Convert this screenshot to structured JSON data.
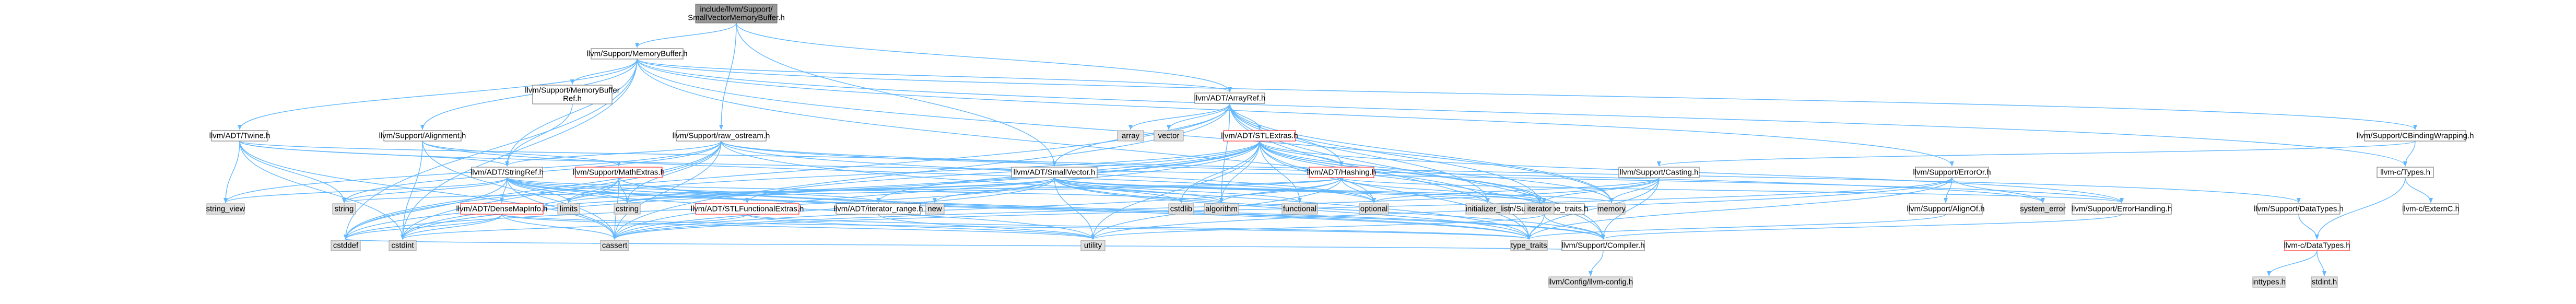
{
  "colors": {
    "edge": "#63b8ff",
    "root_fill": "#999999",
    "node_border": "#666666",
    "linked_border": "#ff0000",
    "system_fill": "#e0e0e0",
    "system_border": "#999999",
    "background": "#ffffff"
  },
  "nodes": [
    {
      "id": "root",
      "lines": [
        "include/llvm/Support/",
        "SmallVectorMemoryBuffer.h"
      ],
      "kind": "root"
    },
    {
      "id": "membuf",
      "lines": [
        "llvm/Support/MemoryBuffer.h"
      ],
      "kind": "normal"
    },
    {
      "id": "mbref",
      "lines": [
        "llvm/Support/MemoryBuffer",
        "Ref.h"
      ],
      "kind": "normal"
    },
    {
      "id": "arrayref",
      "lines": [
        "llvm/ADT/ArrayRef.h"
      ],
      "kind": "normal"
    },
    {
      "id": "twine",
      "lines": [
        "llvm/ADT/Twine.h"
      ],
      "kind": "normal"
    },
    {
      "id": "alignment",
      "lines": [
        "llvm/Support/Alignment.h"
      ],
      "kind": "normal"
    },
    {
      "id": "rawostream",
      "lines": [
        "llvm/Support/raw_ostream.h"
      ],
      "kind": "normal"
    },
    {
      "id": "array",
      "lines": [
        "array"
      ],
      "kind": "system"
    },
    {
      "id": "vector",
      "lines": [
        "vector"
      ],
      "kind": "system"
    },
    {
      "id": "stlextras",
      "lines": [
        "llvm/ADT/STLExtras.h"
      ],
      "kind": "linked"
    },
    {
      "id": "cbinding",
      "lines": [
        "llvm/Support/CBindingWrapping.h"
      ],
      "kind": "normal"
    },
    {
      "id": "stringref",
      "lines": [
        "llvm/ADT/StringRef.h"
      ],
      "kind": "normal"
    },
    {
      "id": "mathextras",
      "lines": [
        "llvm/Support/MathExtras.h"
      ],
      "kind": "linked"
    },
    {
      "id": "smallvector",
      "lines": [
        "llvm/ADT/SmallVector.h"
      ],
      "kind": "normal"
    },
    {
      "id": "hashing",
      "lines": [
        "llvm/ADT/Hashing.h"
      ],
      "kind": "linked"
    },
    {
      "id": "casting",
      "lines": [
        "llvm/Support/Casting.h"
      ],
      "kind": "normal"
    },
    {
      "id": "erroror",
      "lines": [
        "llvm/Support/ErrorOr.h"
      ],
      "kind": "normal"
    },
    {
      "id": "ctypes",
      "lines": [
        "llvm-c/Types.h"
      ],
      "kind": "normal"
    },
    {
      "id": "densemapinfo",
      "lines": [
        "llvm/ADT/DenseMapInfo.h"
      ],
      "kind": "linked"
    },
    {
      "id": "stlfunctional",
      "lines": [
        "llvm/ADT/STLFunctionalExtras.h"
      ],
      "kind": "linked"
    },
    {
      "id": "iteratorrange",
      "lines": [
        "llvm/ADT/iterator_range.h"
      ],
      "kind": "normal"
    },
    {
      "id": "typetraits",
      "lines": [
        "llvm/Support/type_traits.h"
      ],
      "kind": "normal"
    },
    {
      "id": "alignof",
      "lines": [
        "llvm/Support/AlignOf.h"
      ],
      "kind": "normal"
    },
    {
      "id": "errorhandling",
      "lines": [
        "llvm/Support/ErrorHandling.h"
      ],
      "kind": "normal"
    },
    {
      "id": "datatypes",
      "lines": [
        "llvm/Support/DataTypes.h"
      ],
      "kind": "normal"
    },
    {
      "id": "externc",
      "lines": [
        "llvm-c/ExternC.h"
      ],
      "kind": "normal"
    },
    {
      "id": "compiler",
      "lines": [
        "llvm/Support/Compiler.h"
      ],
      "kind": "normal"
    },
    {
      "id": "cdatatypes",
      "lines": [
        "llvm-c/DataTypes.h"
      ],
      "kind": "linked"
    },
    {
      "id": "llvmconfig",
      "lines": [
        "llvm/Config/llvm-config.h"
      ],
      "kind": "system"
    },
    {
      "id": "cstddef",
      "lines": [
        "cstddef"
      ],
      "kind": "system"
    },
    {
      "id": "cstdint",
      "lines": [
        "cstdint"
      ],
      "kind": "system"
    },
    {
      "id": "stringview",
      "lines": [
        "string_view"
      ],
      "kind": "system"
    },
    {
      "id": "string",
      "lines": [
        "string"
      ],
      "kind": "system"
    },
    {
      "id": "limits",
      "lines": [
        "limits"
      ],
      "kind": "system"
    },
    {
      "id": "cstring",
      "lines": [
        "cstring"
      ],
      "kind": "system"
    },
    {
      "id": "cassert",
      "lines": [
        "cassert"
      ],
      "kind": "system"
    },
    {
      "id": "new",
      "lines": [
        "new"
      ],
      "kind": "system"
    },
    {
      "id": "cstdlib",
      "lines": [
        "cstdlib"
      ],
      "kind": "system"
    },
    {
      "id": "algorithm",
      "lines": [
        "algorithm"
      ],
      "kind": "system"
    },
    {
      "id": "functional",
      "lines": [
        "functional"
      ],
      "kind": "system"
    },
    {
      "id": "optional",
      "lines": [
        "optional"
      ],
      "kind": "system"
    },
    {
      "id": "initlist",
      "lines": [
        "initializer_list"
      ],
      "kind": "system"
    },
    {
      "id": "iterator",
      "lines": [
        "iterator"
      ],
      "kind": "system"
    },
    {
      "id": "memory",
      "lines": [
        "memory"
      ],
      "kind": "system"
    },
    {
      "id": "systemerror",
      "lines": [
        "system_error"
      ],
      "kind": "system"
    },
    {
      "id": "utility",
      "lines": [
        "utility"
      ],
      "kind": "system"
    },
    {
      "id": "type_traits",
      "lines": [
        "type_traits"
      ],
      "kind": "system"
    },
    {
      "id": "inttypes",
      "lines": [
        "inttypes.h"
      ],
      "kind": "system"
    },
    {
      "id": "stdinth",
      "lines": [
        "stdint.h"
      ],
      "kind": "system"
    }
  ],
  "edges": [
    [
      "root",
      "membuf"
    ],
    [
      "root",
      "arrayref"
    ],
    [
      "root",
      "smallvector"
    ],
    [
      "root",
      "rawostream"
    ],
    [
      "membuf",
      "mbref"
    ],
    [
      "membuf",
      "arrayref"
    ],
    [
      "membuf",
      "stringref"
    ],
    [
      "membuf",
      "twine"
    ],
    [
      "membuf",
      "alignment"
    ],
    [
      "membuf",
      "cbinding"
    ],
    [
      "membuf",
      "erroror"
    ],
    [
      "membuf",
      "ctypes"
    ],
    [
      "membuf",
      "cstddef"
    ],
    [
      "membuf",
      "cstdint"
    ],
    [
      "membuf",
      "memory"
    ],
    [
      "membuf",
      "compiler"
    ],
    [
      "mbref",
      "stringref"
    ],
    [
      "arrayref",
      "hashing"
    ],
    [
      "arrayref",
      "smallvector"
    ],
    [
      "arrayref",
      "stlextras"
    ],
    [
      "arrayref",
      "compiler"
    ],
    [
      "arrayref",
      "algorithm"
    ],
    [
      "arrayref",
      "array"
    ],
    [
      "arrayref",
      "cassert"
    ],
    [
      "arrayref",
      "cstddef"
    ],
    [
      "arrayref",
      "initlist"
    ],
    [
      "arrayref",
      "iterator"
    ],
    [
      "arrayref",
      "memory"
    ],
    [
      "arrayref",
      "type_traits"
    ],
    [
      "arrayref",
      "vector"
    ],
    [
      "twine",
      "smallvector"
    ],
    [
      "twine",
      "stringref"
    ],
    [
      "twine",
      "errorhandling"
    ],
    [
      "twine",
      "cassert"
    ],
    [
      "twine",
      "cstdint"
    ],
    [
      "twine",
      "string"
    ],
    [
      "twine",
      "stringview"
    ],
    [
      "alignment",
      "mathextras"
    ],
    [
      "alignment",
      "cassert"
    ],
    [
      "alignment",
      "optional"
    ],
    [
      "alignment",
      "cstdint"
    ],
    [
      "rawostream",
      "stringref"
    ],
    [
      "rawostream",
      "datatypes"
    ],
    [
      "rawostream",
      "cassert"
    ],
    [
      "rawostream",
      "cstddef"
    ],
    [
      "rawostream",
      "cstdint"
    ],
    [
      "rawostream",
      "cstring"
    ],
    [
      "rawostream",
      "optional"
    ],
    [
      "rawostream",
      "string"
    ],
    [
      "rawostream",
      "stringview"
    ],
    [
      "rawostream",
      "systemerror"
    ],
    [
      "rawostream",
      "type_traits"
    ],
    [
      "stlextras",
      "hashing"
    ],
    [
      "stlextras",
      "stlfunctional"
    ],
    [
      "stlextras",
      "iteratorrange"
    ],
    [
      "stlextras",
      "typetraits"
    ],
    [
      "stlextras",
      "errorhandling"
    ],
    [
      "stlextras",
      "algorithm"
    ],
    [
      "stlextras",
      "cassert"
    ],
    [
      "stlextras",
      "cstddef"
    ],
    [
      "stlextras",
      "cstdint"
    ],
    [
      "stlextras",
      "cstdlib"
    ],
    [
      "stlextras",
      "functional"
    ],
    [
      "stlextras",
      "initlist"
    ],
    [
      "stlextras",
      "iterator"
    ],
    [
      "stlextras",
      "limits"
    ],
    [
      "stlextras",
      "memory"
    ],
    [
      "stlextras",
      "optional"
    ],
    [
      "stlextras",
      "tuple"
    ],
    [
      "stlextras",
      "type_traits"
    ],
    [
      "stlextras",
      "utility"
    ],
    [
      "cbinding",
      "ctypes"
    ],
    [
      "cbinding",
      "casting"
    ],
    [
      "stringref",
      "densemapinfo"
    ],
    [
      "stringref",
      "stlfunctional"
    ],
    [
      "stringref",
      "iteratorrange"
    ],
    [
      "stringref",
      "compiler"
    ],
    [
      "stringref",
      "algorithm"
    ],
    [
      "stringref",
      "cassert"
    ],
    [
      "stringref",
      "cstddef"
    ],
    [
      "stringref",
      "cstring"
    ],
    [
      "stringref",
      "limits"
    ],
    [
      "stringref",
      "string"
    ],
    [
      "stringref",
      "stringview"
    ],
    [
      "stringref",
      "type_traits"
    ],
    [
      "stringref",
      "utility"
    ],
    [
      "mathextras",
      "compiler"
    ],
    [
      "mathextras",
      "cassert"
    ],
    [
      "mathextras",
      "climits"
    ],
    [
      "mathextras",
      "cstdint"
    ],
    [
      "mathextras",
      "cstring"
    ],
    [
      "mathextras",
      "limits"
    ],
    [
      "mathextras",
      "type_traits"
    ],
    [
      "smallvector",
      "compiler"
    ],
    [
      "smallvector",
      "typetraits"
    ],
    [
      "smallvector",
      "algorithm"
    ],
    [
      "smallvector",
      "cassert"
    ],
    [
      "smallvector",
      "cstddef"
    ],
    [
      "smallvector",
      "cstdlib"
    ],
    [
      "smallvector",
      "cstring"
    ],
    [
      "smallvector",
      "functional"
    ],
    [
      "smallvector",
      "initlist"
    ],
    [
      "smallvector",
      "iterator"
    ],
    [
      "smallvector",
      "limits"
    ],
    [
      "smallvector",
      "memory"
    ],
    [
      "smallvector",
      "new"
    ],
    [
      "smallvector",
      "type_traits"
    ],
    [
      "smallvector",
      "utility"
    ],
    [
      "hashing",
      "errorhandling"
    ],
    [
      "hashing",
      "typetraits"
    ],
    [
      "hashing",
      "algorithm"
    ],
    [
      "hashing",
      "cassert"
    ],
    [
      "hashing",
      "cstring"
    ],
    [
      "hashing",
      "optional"
    ],
    [
      "hashing",
      "string"
    ],
    [
      "hashing",
      "utility"
    ],
    [
      "casting",
      "typetraits"
    ],
    [
      "casting",
      "compiler"
    ],
    [
      "casting",
      "cassert"
    ],
    [
      "casting",
      "memory"
    ],
    [
      "casting",
      "optional"
    ],
    [
      "casting",
      "type_traits"
    ],
    [
      "erroror",
      "alignof"
    ],
    [
      "erroror",
      "cassert"
    ],
    [
      "erroror",
      "systemerror"
    ],
    [
      "erroror",
      "type_traits"
    ],
    [
      "erroror",
      "utility"
    ],
    [
      "ctypes",
      "externc"
    ],
    [
      "ctypes",
      "cdatatypes"
    ],
    [
      "densemapinfo",
      "cassert"
    ],
    [
      "densemapinfo",
      "cstddef"
    ],
    [
      "densemapinfo",
      "cstdint"
    ],
    [
      "densemapinfo",
      "tuple"
    ],
    [
      "densemapinfo",
      "type_traits"
    ],
    [
      "densemapinfo",
      "utility"
    ],
    [
      "stlfunctional",
      "cstdint"
    ],
    [
      "stlfunctional",
      "type_traits"
    ],
    [
      "stlfunctional",
      "utility"
    ],
    [
      "iteratorrange",
      "utility"
    ],
    [
      "typetraits",
      "compiler"
    ],
    [
      "typetraits",
      "type_traits"
    ],
    [
      "typetraits",
      "utility"
    ],
    [
      "alignof",
      "type_traits"
    ],
    [
      "errorhandling",
      "compiler"
    ],
    [
      "datatypes",
      "cdatatypes"
    ],
    [
      "compiler",
      "llvmconfig"
    ],
    [
      "compiler",
      "cstddef"
    ],
    [
      "cdatatypes",
      "inttypes"
    ],
    [
      "cdatatypes",
      "stdinth"
    ]
  ]
}
